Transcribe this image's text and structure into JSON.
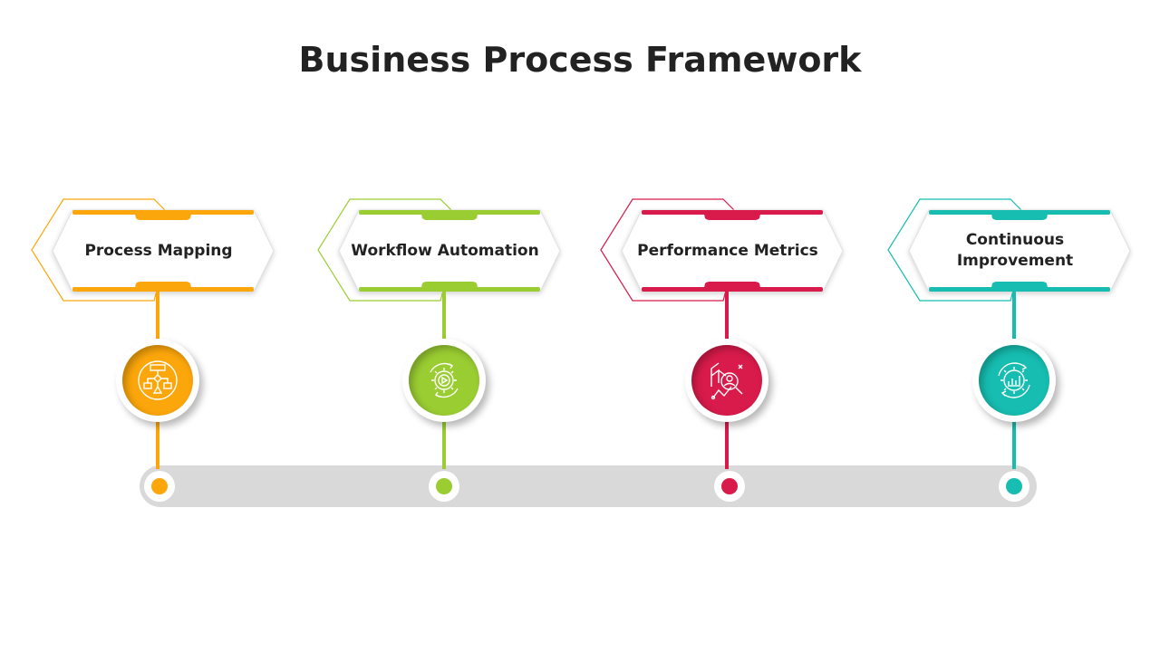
{
  "title": "Business Process Framework",
  "steps": [
    {
      "label": "Process Mapping",
      "color": "#FBA60B",
      "icon": "flowchart-icon"
    },
    {
      "label": "Workflow Automation",
      "color": "#9ACD32",
      "icon": "automation-gear-icon"
    },
    {
      "label": "Performance Metrics",
      "color": "#D81B4A",
      "icon": "analytics-search-icon"
    },
    {
      "label": "Continuous\nImprovement",
      "color": "#16BDB0",
      "icon": "improvement-gear-icon"
    }
  ],
  "track_color": "#D9D9D9"
}
